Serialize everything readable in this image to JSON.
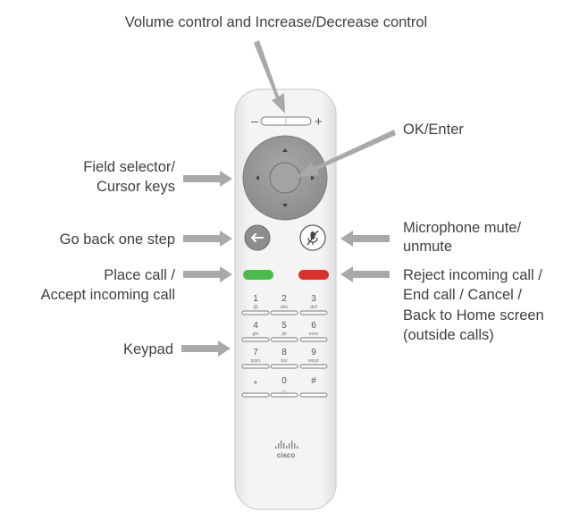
{
  "labels": {
    "volume": "Volume control and Increase/Decrease control",
    "ok_enter": "OK/Enter",
    "field_selector_1": "Field selector/",
    "field_selector_2": "Cursor keys",
    "go_back": "Go back one step",
    "mic_mute_1": "Microphone mute/",
    "mic_mute_2": "unmute",
    "place_call_1": "Place call /",
    "place_call_2": "Accept incoming call",
    "reject_1": "Reject incoming call /",
    "reject_2": "End call / Cancel /",
    "reject_3": "Back to Home screen",
    "reject_4": "(outside calls)",
    "keypad": "Keypad"
  },
  "remote": {
    "volume_minus": "–",
    "volume_plus": "+",
    "brand": "cisco",
    "keys": [
      {
        "digit": "1",
        "letters": "@"
      },
      {
        "digit": "2",
        "letters": "abc"
      },
      {
        "digit": "3",
        "letters": "def"
      },
      {
        "digit": "4",
        "letters": "ghi"
      },
      {
        "digit": "5",
        "letters": "jkl"
      },
      {
        "digit": "6",
        "letters": "mno"
      },
      {
        "digit": "7",
        "letters": "pqrs"
      },
      {
        "digit": "8",
        "letters": "tuv"
      },
      {
        "digit": "9",
        "letters": "wxyz"
      },
      {
        "digit": "*",
        "letters": ""
      },
      {
        "digit": "0",
        "letters": "␣"
      },
      {
        "digit": "#",
        "letters": ""
      }
    ]
  },
  "colors": {
    "call_button": "#4dbb4d",
    "reject_button": "#d9322e",
    "arrow": "#a9a9a9",
    "remote_body": "#f1f1f1",
    "dpad": "#9a9a9a"
  }
}
